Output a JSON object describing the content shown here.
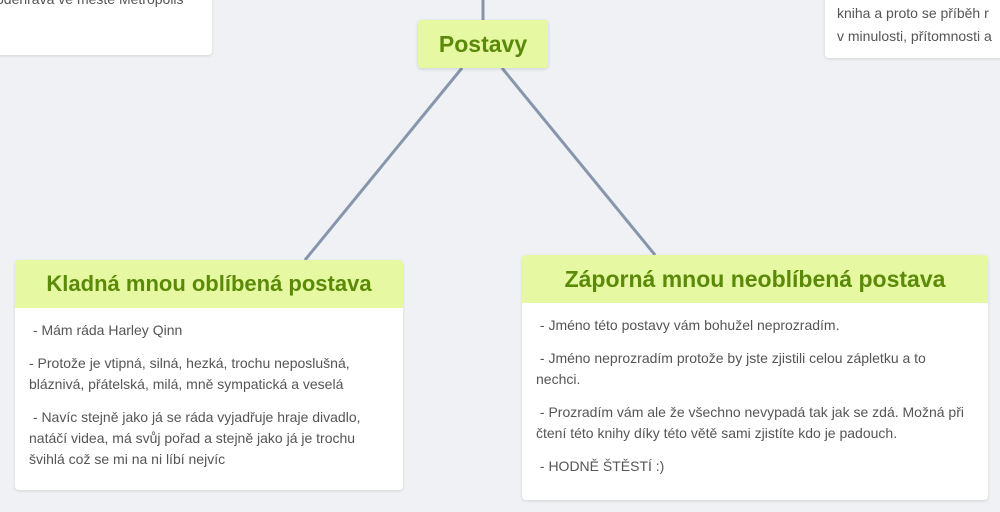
{
  "mindmap": {
    "top_left_snippet": {
      "lines": [
        "odehrává ve městě Metropolis"
      ]
    },
    "top_right_snippet": {
      "lines": [
        "kniha a proto se příběh r",
        "v minulosti, přítomnosti a"
      ]
    },
    "root": {
      "title": "Postavy"
    },
    "left_node": {
      "title": "Kladná mnou oblíbená postava",
      "paragraphs": [
        " - Mám ráda Harley Qinn",
        "- Protože je vtipná, silná, hezká, trochu neposlušná, bláznivá, přátelská, milá, mně sympatická a veselá",
        " - Navíc stejně jako já se ráda vyjadřuje hraje divadlo, natáčí videa, má svůj pořad a stejně jako já je trochu švihlá což se mi na ni líbí nejvíc"
      ]
    },
    "right_node": {
      "title": "Záporná mnou neoblíbená postava",
      "paragraphs": [
        " - Jméno této postavy vám bohužel neprozradím.",
        " - Jméno neprozradím protože by jste zjistili celou zápletku a to nechci.",
        " - Prozradím vám ale že všechno nevypadá tak jak se zdá. Možná při čtení této knihy díky této větě sami zjistíte kdo je padouch.",
        " - HODNĚ ŠTĚSTÍ :)"
      ]
    },
    "colors": {
      "node_header": "#e6f8a1",
      "title_text": "#5a8a08",
      "connector": "#8796ad",
      "background": "#eff1f4"
    }
  }
}
